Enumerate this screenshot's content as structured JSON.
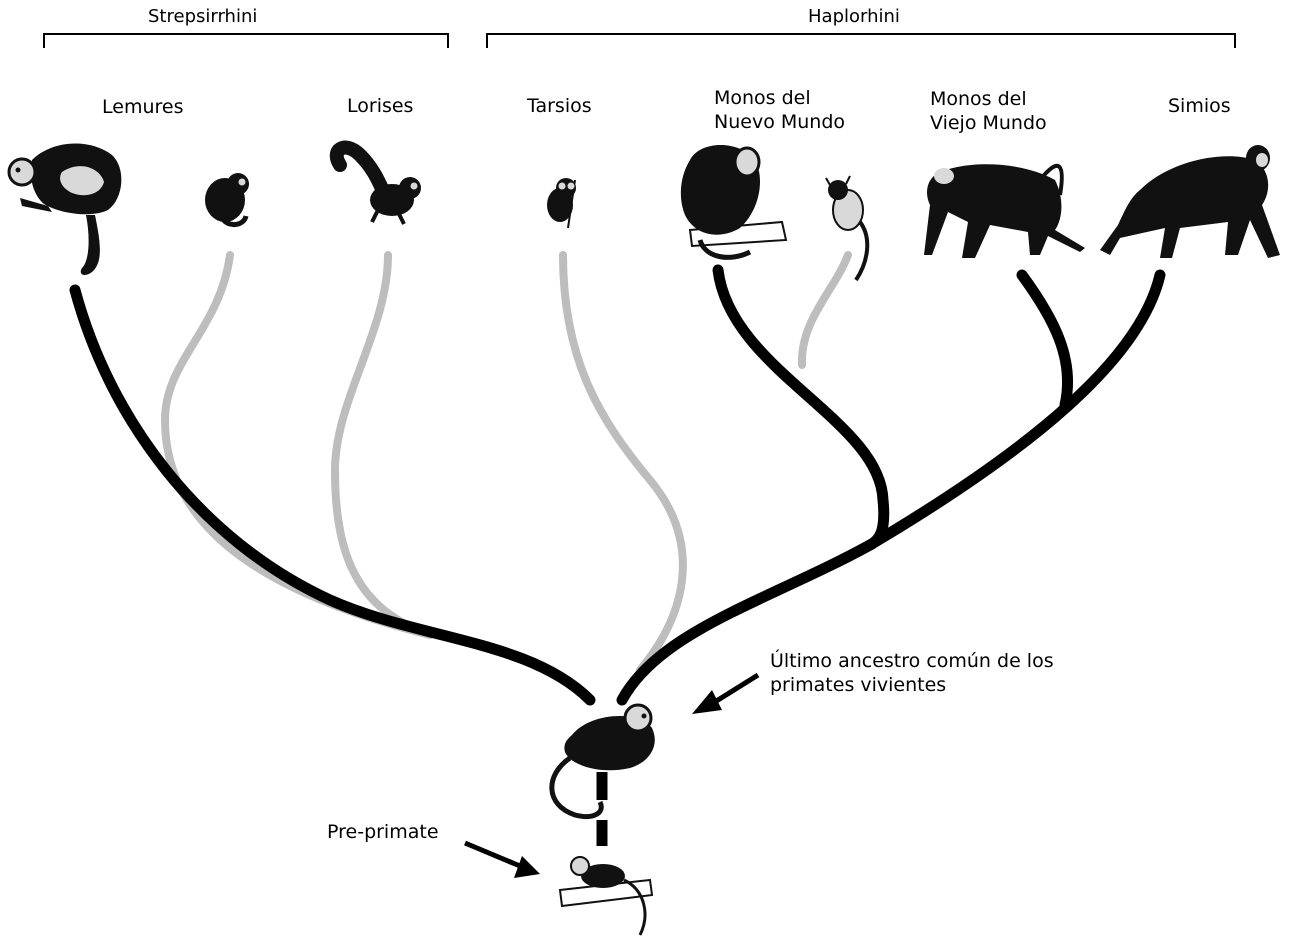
{
  "groups": {
    "strepsirrhini": "Strepsirrhini",
    "haplorhini": "Haplorhini"
  },
  "taxa": {
    "lemures": "Lemures",
    "lorises": "Lorises",
    "tarsios": "Tarsios",
    "nuevo_mundo_l1": "Monos del",
    "nuevo_mundo_l2": "Nuevo Mundo",
    "viejo_mundo_l1": "Monos del",
    "viejo_mundo_l2": "Viejo Mundo",
    "simios": "Simios"
  },
  "annotations": {
    "ancestor_l1": "Último ancestro común de los",
    "ancestor_l2": "primates vivientes",
    "preprimate": "Pre-primate"
  },
  "colors": {
    "lineage_major": "#000000",
    "lineage_minor": "#bdbdbd",
    "animal_fill": "#111111",
    "pale_fur": "#d9d9d9"
  }
}
